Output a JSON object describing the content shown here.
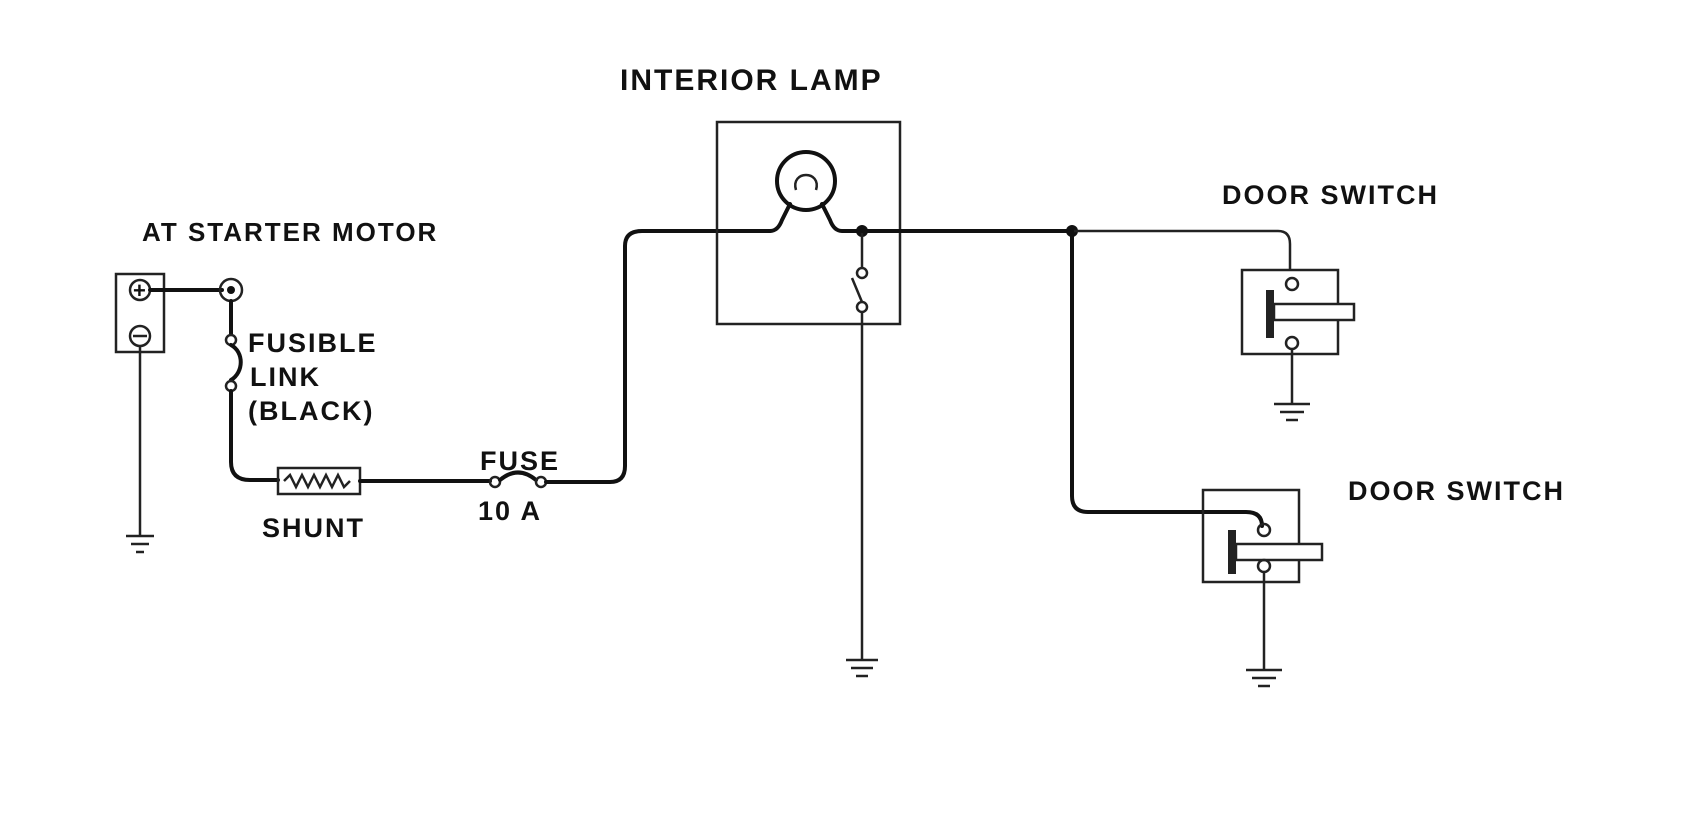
{
  "labels": {
    "interior_lamp": "INTERIOR LAMP",
    "at_starter_motor": "AT STARTER MOTOR",
    "fusible_link_1": "FUSIBLE",
    "fusible_link_2": "LINK",
    "fusible_link_3": "(BLACK)",
    "shunt": "SHUNT",
    "fuse": "FUSE",
    "fuse_rating": "10 A",
    "door_switch_1": "DOOR SWITCH",
    "door_switch_2": "DOOR SWITCH"
  },
  "symbols": {
    "battery_positive": "+",
    "battery_negative": "−"
  }
}
